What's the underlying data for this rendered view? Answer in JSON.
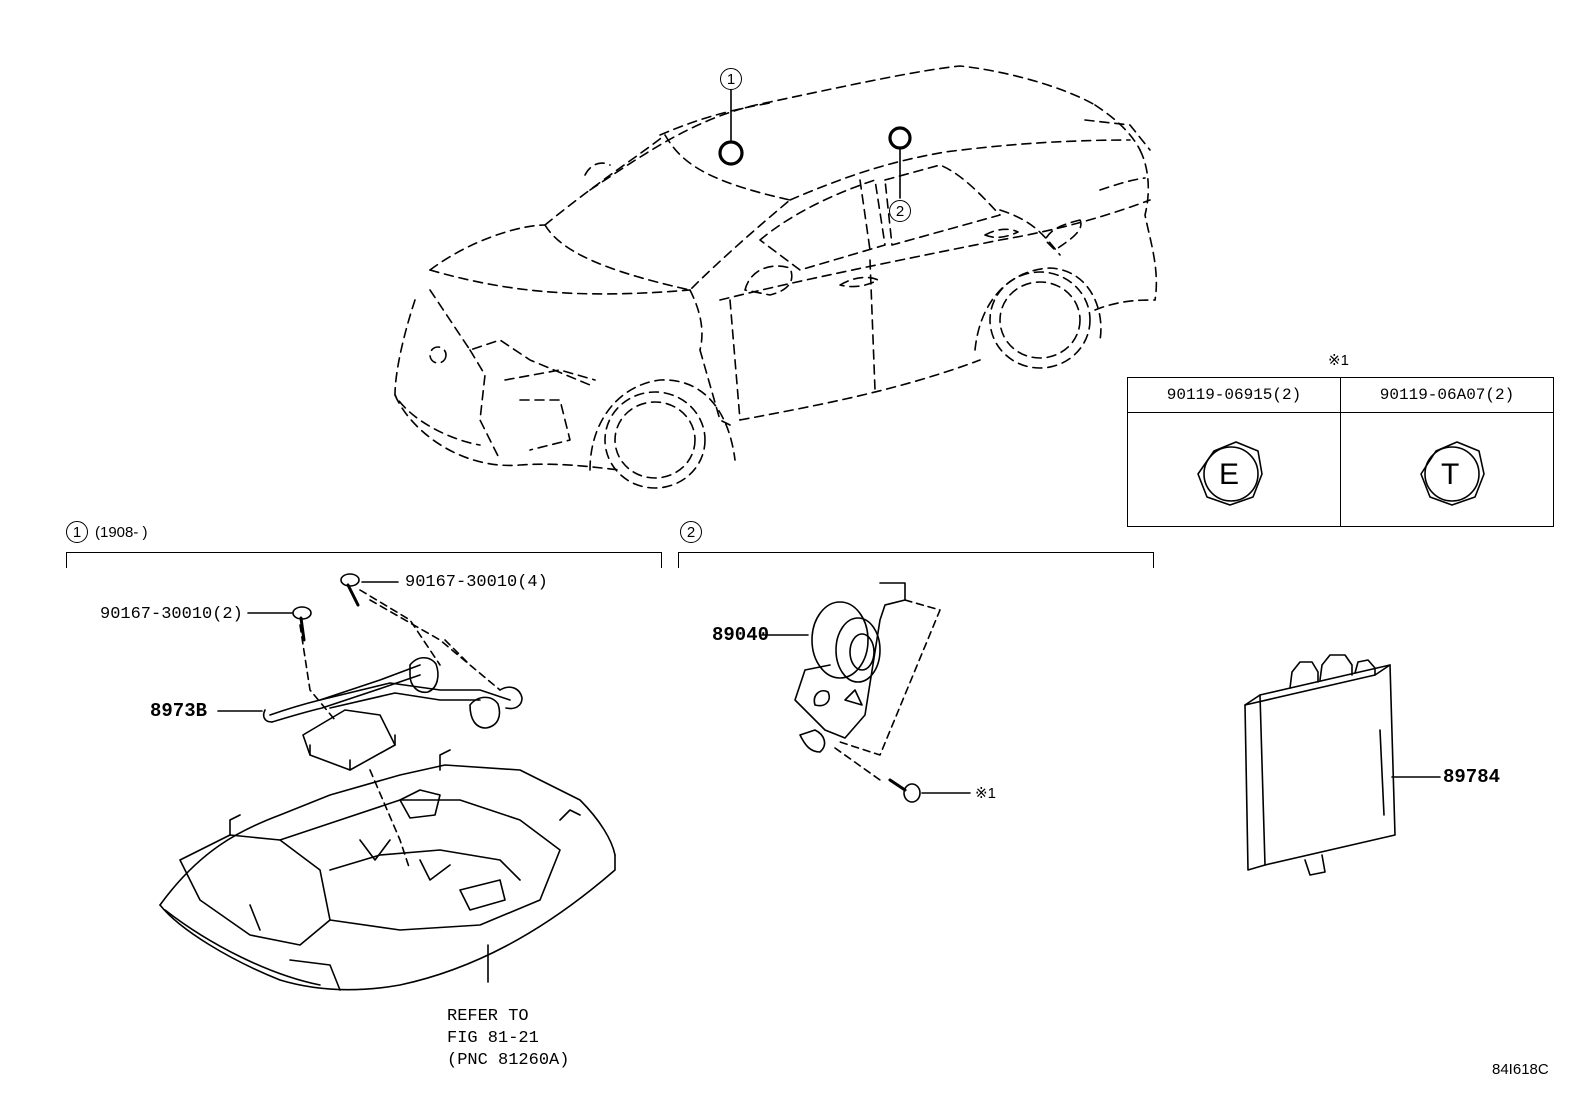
{
  "callouts": {
    "car_marker_1": "1",
    "car_marker_2": "2"
  },
  "section1": {
    "number": "1",
    "date_range": "(1908-         )",
    "parts": {
      "bolt_top": "90167-30010(4)",
      "bolt_left": "90167-30010(2)",
      "bracket": "8973B",
      "refer": [
        "REFER TO",
        "FIG 81-21",
        "(PNC 81260A)"
      ]
    }
  },
  "section2": {
    "number": "2",
    "parts": {
      "horn": "89040",
      "bolt_note": "※1"
    }
  },
  "module": {
    "part": "89784"
  },
  "bolt_table": {
    "note": "※1",
    "columns": [
      {
        "part": "90119-06915(2)",
        "head_letter": "E"
      },
      {
        "part": "90119-06A07(2)",
        "head_letter": "T"
      }
    ]
  },
  "diagram_code": "84I618C"
}
